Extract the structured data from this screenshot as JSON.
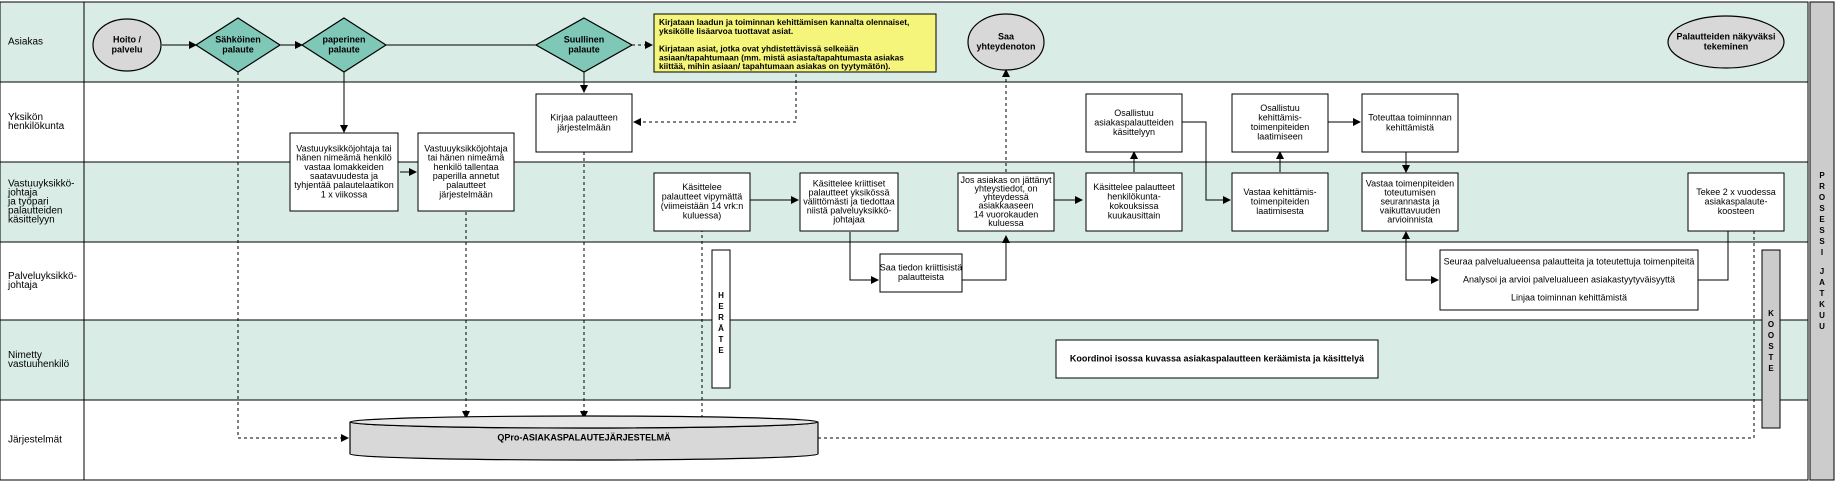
{
  "lanes": [
    {
      "id": "asiakas",
      "label": [
        "Asiakas"
      ],
      "shaded": true
    },
    {
      "id": "yksikon",
      "label": [
        "Yksikön",
        "henkilökunta"
      ],
      "shaded": false
    },
    {
      "id": "vastuu",
      "label": [
        "Vastuuyksikkö-",
        "johtaja",
        "ja työpari",
        "palautteiden",
        "käsittelyyn"
      ],
      "shaded": true
    },
    {
      "id": "palvelu",
      "label": [
        "Palveluyksikkö-",
        "johtaja"
      ],
      "shaded": false
    },
    {
      "id": "nimetty",
      "label": [
        "Nimetty",
        "vastuuhenkilö"
      ],
      "shaded": true
    },
    {
      "id": "jarjestelmat",
      "label": [
        "Järjestelmät"
      ],
      "shaded": false
    }
  ],
  "nodes": {
    "hoito": [
      "Hoito /",
      "palvelu"
    ],
    "sahkoinen": [
      "Sähköinen",
      "palaute"
    ],
    "paperinen": [
      "paperinen",
      "palaute"
    ],
    "suullinen": [
      "Suullinen",
      "palaute"
    ],
    "note_line1": "Kirjataan laadun ja toiminnan kehittämisen kannalta olennaiset,",
    "note_line2": "yksikölle lisäarvoa tuottavat asiat.",
    "note_line3": "Kirjataan asiat, jotka ovat yhdistettävissä selkeään",
    "note_line4": "asiaan/tapahtumaan (mm. mistä asiasta/tapahtumasta asiakas",
    "note_line5": "kiittää, mihin asiaan/ tapahtumaan asiakas on tyytymätön).",
    "saa_yhteydenoton": [
      "Saa",
      "yhteydenoton"
    ],
    "nakyvaksi": [
      "Palautteiden näkyväksi",
      "tekeminen"
    ],
    "kirjaa": [
      "Kirjaa palautteen",
      "järjestelmään"
    ],
    "osallistuu_kasittelyyn": [
      "Osallistuu",
      "asiakaspalautteiden",
      "käsittelyyn"
    ],
    "osallistuu_kehittamis": [
      "Osallistuu",
      "kehittämis-",
      "toimenpiteiden",
      "laatimiseen"
    ],
    "toteuttaa": [
      "Toteuttaa toiminnnan",
      "kehittämistä"
    ],
    "vastuu1": [
      "Vastuuyksikköjohtaja tai",
      "hänen nimeämä henkilö",
      "vastaa lomakkeiden",
      "saatavuudesta ja",
      "tyhjentää palautelaatikon",
      "1 x viikossa"
    ],
    "vastuu2": [
      "Vastuuyksikköjohtaja",
      "tai hänen nimeämä",
      "henkilö tallentaa",
      "paperilla annetut",
      "palautteet",
      "järjestelmään"
    ],
    "kasittelee_vip": [
      "Käsittelee",
      "palautteet vipymättä",
      "(viimeistään 14 vrk:n",
      "kuluessa)"
    ],
    "kasittelee_kriittiset": [
      "Käsittelee kriittiset",
      "palautteet yksikössä",
      "välittömästi ja tiedottaa",
      "niistä palveluyksikkö-",
      "johtajaa"
    ],
    "jos_asiakas": [
      "Jos asiakas on jättänyt",
      "yhteystiedot, on",
      "yhteydessä",
      "asiakkaaseen",
      "14 vuorokauden",
      "kuluessa"
    ],
    "kasittelee_kokous": [
      "Käsittelee palautteet",
      "henkilökunta-",
      "kokouksissa",
      "kuukausittain"
    ],
    "vastaa_kehittamis": [
      "Vastaa kehittämis-",
      "toimenpiteiden",
      "laatimisesta"
    ],
    "vastaa_toimenpiteiden": [
      "Vastaa toimenpiteiden",
      "toteutumisen",
      "seurannasta ja",
      "vaikuttavuuden",
      "arvioinnista"
    ],
    "tekee_koosteen": [
      "Tekee 2 x vuodessa",
      "asiakaspalaute-",
      "koosteen"
    ],
    "saa_tiedon": [
      "Saa tiedon kriittisistä",
      "palautteista"
    ],
    "seuraa": [
      "Seuraa palvelualueensa palautteita ja toteutettuja toimenpiteitä",
      "Analysoi ja arvioi palvelualueen asiakastyytyväisyyttä",
      "Linjaa toiminnan kehittämistä"
    ],
    "koordinoi": "Koordinoi isossa kuvassa asiakaspalautteen keräämista ja käsittelyä",
    "herate": "HERÄTE",
    "kooste": "KOOSTE",
    "qpro": "QPro-ASIAKASPALAUTEJÄRJESTELMÄ",
    "prosessi": "PROSESSI JATKUU"
  },
  "colors": {
    "lane_shaded": "#d9ece6",
    "diamond": "#7fc8b8",
    "ellipse": "#d8d8d8",
    "note": "#f4f57a",
    "gray_bar": "#cccccc"
  }
}
